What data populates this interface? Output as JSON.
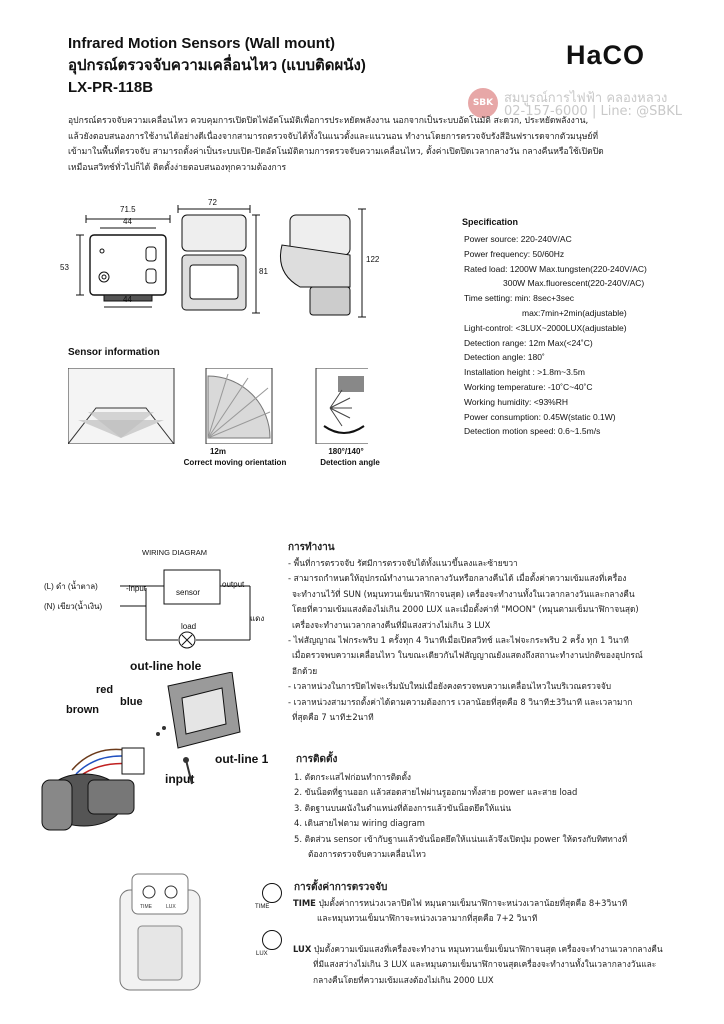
{
  "header": {
    "title_en": "Infrared Motion Sensors (Wall mount)",
    "title_th": "อุปกรณ์ตรวจจับความเคลื่อนไหว (แบบติดผนัง)",
    "model": "LX-PR-118B",
    "brand": "HaCO"
  },
  "watermark": {
    "badge": "SBK",
    "line1": "สมบูรณ์การไฟฟ้า คลองหลวง",
    "line2": "02-157-6000 | Line: @SBKL"
  },
  "intro": [
    "อุปกรณ์ตรวจจับความเคลื่อนไหว ควบคุมการเปิดปิดไฟอัตโนมัติเพื่อการประหยัดพลังงาน นอกจากเป็นระบบอัตโนมัติ สะดวก, ประหยัดพลังงาน,",
    "แล้วยังตอบสนองการใช้งานได้อย่างดีเนื่องจากสามารถตรวจจับได้ทั้งในแนวตั้งและแนวนอน ทำงานโดยการตรวจจับรังสีอินฟราเรดจากตัวมนุษย์ที่",
    "เข้ามาในพื้นที่ตรวจจับ สามารถตั้งค่าเป็นระบบเปิด-ปิดอัตโนมัติตามการตรวจจับความเคลื่อนไหว, ตั้งค่าเปิดปิดเวลากลางวัน กลางคืนหรือใช้เปิดปิด",
    "เหมือนสวิทช์ทั่วไปก็ได้ ติดตั้งง่ายตอบสนองทุกความต้องการ"
  ],
  "dimensions": {
    "width_outer": "71.5",
    "width_inner": "44",
    "height": "53",
    "bottom": "44",
    "front_width": "72",
    "front_height": "81",
    "side_height": "122"
  },
  "specification": {
    "heading": "Specification",
    "lines": [
      "Power source: 220-240V/AC",
      "Power frequency: 50/60Hz",
      "Rated load:  1200W Max.tungsten(220-240V/AC)",
      "300W Max.fluorescent(220-240V/AC)",
      "Time setting: min: 8sec+3sec",
      "max:7min+2min(adjustable)",
      "Light-control: <3LUX~2000LUX(adjustable)",
      "Detection range: 12m Max(<24˚C)",
      "Detection angle: 180˚",
      "Installation height : >1.8m~3.5m",
      "Working temperature: -10˚C~40˚C",
      "Working humidity: <93%RH",
      "Power consumption: 0.45W(static 0.1W)",
      "Detection motion speed: 0.6~1.5m/s"
    ]
  },
  "sensor_info": {
    "heading": "Sensor information",
    "range_value": "12m",
    "range_caption": "Correct moving orientation",
    "angle_value": "180°/140°",
    "angle_caption": "Detection angle"
  },
  "wiring": {
    "heading": "WIRING DIAGRAM",
    "live": "(L) ดำ (น้ำตาล)",
    "neutral": "(N) เขียว(น้ำเงิน)",
    "input": "input",
    "sensor": "sensor",
    "output": "output",
    "load": "load",
    "red_label": "แดง"
  },
  "install_labels": {
    "outline_hole": "out-line hole",
    "red": "red",
    "blue": "blue",
    "brown": "brown",
    "outline1": "out-line 1",
    "input": "input"
  },
  "operation": {
    "heading": "การทำงาน",
    "lines": [
      "- พื้นที่การตรวจจับ รัศมีการตรวจจับได้ทั้งแนวขึ้นลงและซ้ายขวา",
      "- สามารถกำหนดให้อุปกรณ์ทำงานเวลากลางวันหรือกลางคืนได้ เมื่อตั้งค่าความเข้มแสงที่เครื่อง",
      "จะทำงานไว้ที่ SUN (หมุนทวนเข็มนาฬิกาจนสุด) เครื่องจะทำงานทั้งในเวลากลางวันและกลางคืน",
      "โดยที่ความเข้มแสงต้องไม่เกิน 2000 LUX และเมื่อตั้งค่าที่ \"MOON\" (หมุนตามเข็มนาฬิกาจนสุด)",
      "เครื่องจะทำงานเวลากลางคืนที่มีแสงสว่างไม่เกิน 3 LUX",
      "- ไฟสัญญาณ ไฟกระพริบ 1 ครั้งทุก 4 วินาทีเมื่อเปิดสวิทช์ และไฟจะกระพริบ 2 ครั้ง ทุก 1 วินาที",
      "เมื่อตรวจพบความเคลื่อนไหว ในขณะเดียวกันไฟสัญญาณยังแสดงถึงสถานะทำงานปกติของอุปกรณ์",
      "อีกด้วย",
      "- เวลาหน่วงในการปิดไฟจะเริ่มนับใหม่เมื่อยังคงตรวจพบความเคลื่อนไหวในบริเวณตรวจจับ",
      "- เวลาหน่วงสามารถตั้งค่าได้ตามความต้องการ เวลาน้อยที่สุดคือ 8 วินาที±3วินาที และเวลามาก",
      "ที่สุดคือ 7 นาที±2นาที"
    ]
  },
  "installation": {
    "heading": "การติดตั้ง",
    "lines": [
      "1.  ตัดกระแสไฟก่อนทำการติดตั้ง",
      "2.  ขันน็อตที่ฐานออก แล้วสอดสายไฟผ่านรูออกมาทั้งสาย power และสาย load",
      "3.  ติดฐานบนผนังในตำแหน่งที่ต้องการแล้วขันน็อตยึดให้แน่น",
      "4.  เดินสายไฟตาม wiring diagram",
      "5.  ติดส่วน sensor เข้ากับฐานแล้วขันน็อตยึดให้แน่นแล้วจึงเปิดปุ่ม power ให้ตรงกับทิศทางที่",
      "ต้องการตรวจจับความเคลื่อนไหว"
    ]
  },
  "settings": {
    "heading": "การตั้งค่าการตรวจจับ",
    "time_key": "TIME",
    "time_icon": "TIME",
    "time_lines": [
      "ปุ่มตั้งค่าการหน่วงเวลาปิดไฟ หมุนตามเข็มนาฬิกาจะหน่วงเวลาน้อยที่สุดคือ 8+3วินาที",
      "และหมุนทวนเข็มนาฬิกาจะหน่วงเวลามากที่สุดคือ 7+2 วินาที"
    ],
    "lux_key": "LUX",
    "lux_icon": "LUX",
    "lux_lines": [
      "ปุ่มตั้งความเข้มแสงที่เครื่องจะทำงาน หมุนทวนเข็มเข็มนาฬิกาจนสุด เครื่องจะทำงานเวลากลางคืน",
      "ที่มีแสงสว่างไม่เกิน 3 LUX และหมุนตามเข็มนาฬิกาจนสุดเครื่องจะทำงานทั้งในเวลากลางวันและ",
      "กลางคืนโดยที่ความเข้มแสงต้องไม่เกิน 2000 LUX"
    ],
    "time_dial": "TIME",
    "lux_dial": "LUX"
  }
}
